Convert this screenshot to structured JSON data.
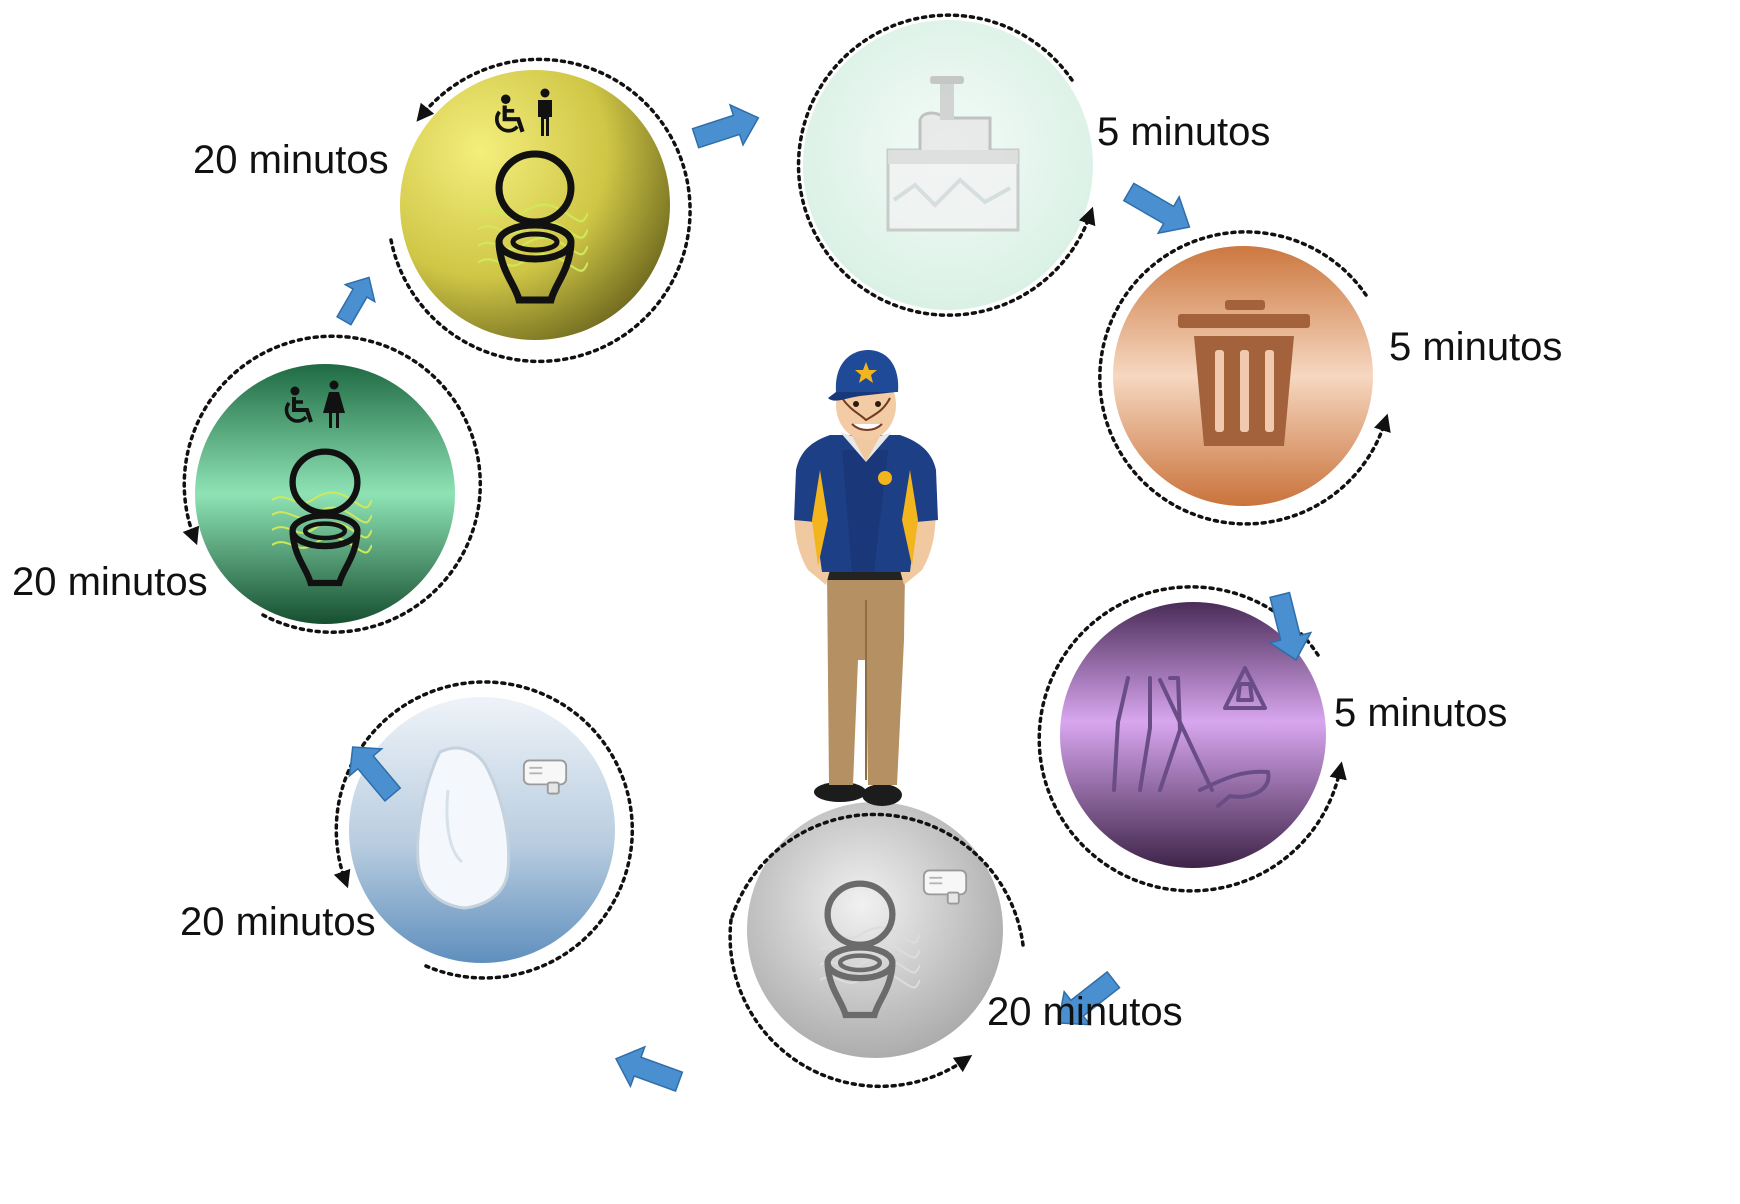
{
  "stations": [
    {
      "id": "womens-restroom",
      "icon": "accessible-women-toilet-icon",
      "duration": "20 minutos",
      "color": "#2f9a64"
    },
    {
      "id": "mens-restroom",
      "icon": "accessible-men-toilet-icon",
      "duration": "20 minutos",
      "color": "#c9c43c"
    },
    {
      "id": "ice-machine",
      "icon": "ice-machine-icon",
      "duration": "5 minutos",
      "color": "#dff3ea"
    },
    {
      "id": "trash",
      "icon": "trash-can-icon",
      "duration": "5 minutos",
      "color": "#d78a59"
    },
    {
      "id": "floor-mopping",
      "icon": "mop-and-wet-floor-sign-icon",
      "duration": "5 minutos",
      "color": "#b27fc8"
    },
    {
      "id": "toilet-and-dryer",
      "icon": "toilet-and-hand-dryer-icon",
      "duration": "20 minutos",
      "color": "#c8c8c8"
    },
    {
      "id": "urinal-and-dryer",
      "icon": "urinal-and-hand-dryer-icon",
      "duration": "20 minutos",
      "color": "#8db2d6"
    }
  ],
  "flow_arrow_color": "#4a8fd0",
  "center_figure": "uniformed-worker-figure"
}
